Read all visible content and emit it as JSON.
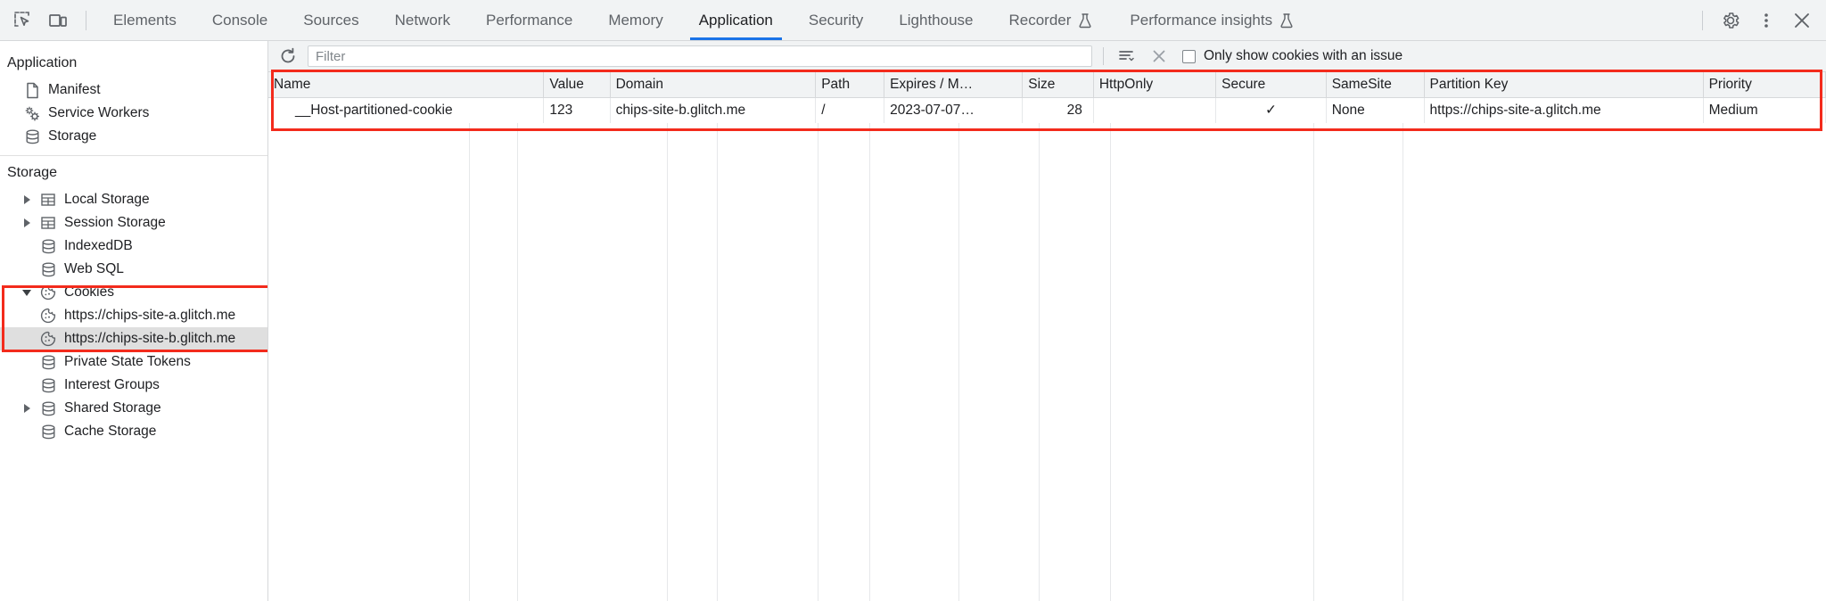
{
  "toolbar": {
    "inspect_icon": "inspect-element-icon",
    "device_icon": "device-toolbar-icon",
    "tabs": [
      {
        "label": "Elements",
        "active": false,
        "experiment": false
      },
      {
        "label": "Console",
        "active": false,
        "experiment": false
      },
      {
        "label": "Sources",
        "active": false,
        "experiment": false
      },
      {
        "label": "Network",
        "active": false,
        "experiment": false
      },
      {
        "label": "Performance",
        "active": false,
        "experiment": false
      },
      {
        "label": "Memory",
        "active": false,
        "experiment": false
      },
      {
        "label": "Application",
        "active": true,
        "experiment": false
      },
      {
        "label": "Security",
        "active": false,
        "experiment": false
      },
      {
        "label": "Lighthouse",
        "active": false,
        "experiment": false
      },
      {
        "label": "Recorder",
        "active": false,
        "experiment": true
      },
      {
        "label": "Performance insights",
        "active": false,
        "experiment": true
      }
    ],
    "settings_icon": "gear-icon",
    "more_icon": "more-vertical-icon",
    "close_icon": "close-icon",
    "accent_color": "#1a73e8"
  },
  "sidebar": {
    "application_header": "Application",
    "application_items": [
      {
        "label": "Manifest",
        "icon": "document-icon",
        "caret": "none",
        "indent": 1,
        "selected": false
      },
      {
        "label": "Service Workers",
        "icon": "gears-icon",
        "caret": "none",
        "indent": 1,
        "selected": false
      },
      {
        "label": "Storage",
        "icon": "database-icon",
        "caret": "none",
        "indent": 1,
        "selected": false
      }
    ],
    "storage_header": "Storage",
    "storage_items": [
      {
        "label": "Local Storage",
        "icon": "table-icon",
        "caret": "right",
        "indent": 1,
        "selected": false
      },
      {
        "label": "Session Storage",
        "icon": "table-icon",
        "caret": "right",
        "indent": 1,
        "selected": false
      },
      {
        "label": "IndexedDB",
        "icon": "database-icon",
        "caret": "none",
        "indent": 1,
        "selected": false
      },
      {
        "label": "Web SQL",
        "icon": "database-icon",
        "caret": "none",
        "indent": 1,
        "selected": false
      },
      {
        "label": "Cookies",
        "icon": "cookie-icon",
        "caret": "down",
        "indent": 1,
        "selected": false
      },
      {
        "label": "https://chips-site-a.glitch.me",
        "icon": "cookie-icon",
        "caret": "none",
        "indent": 2,
        "selected": false
      },
      {
        "label": "https://chips-site-b.glitch.me",
        "icon": "cookie-icon",
        "caret": "none",
        "indent": 2,
        "selected": true
      },
      {
        "label": "Private State Tokens",
        "icon": "database-icon",
        "caret": "none",
        "indent": 1,
        "selected": false
      },
      {
        "label": "Interest Groups",
        "icon": "database-icon",
        "caret": "none",
        "indent": 1,
        "selected": false
      },
      {
        "label": "Shared Storage",
        "icon": "database-icon",
        "caret": "right",
        "indent": 1,
        "selected": false
      },
      {
        "label": "Cache Storage",
        "icon": "database-icon",
        "caret": "none",
        "indent": 1,
        "selected": false
      }
    ]
  },
  "filterbar": {
    "refresh_icon": "refresh-icon",
    "filter_placeholder": "Filter",
    "filter_value": "",
    "clear_filtered_icon": "clear-filtered-icon",
    "clear_all_icon": "clear-all-icon",
    "issue_checkbox_label": "Only show cookies with an issue",
    "issue_checkbox_checked": false
  },
  "cookie_table": {
    "columns": [
      "Name",
      "Value",
      "Domain",
      "Path",
      "Expires / M…",
      "Size",
      "HttpOnly",
      "Secure",
      "SameSite",
      "Partition Key",
      "Priority"
    ],
    "rows": [
      {
        "name": "__Host-partitioned-cookie",
        "value": "123",
        "domain": "chips-site-b.glitch.me",
        "path": "/",
        "expires": "2023-07-07…",
        "size": "28",
        "httponly": "",
        "secure": "✓",
        "samesite": "None",
        "partition_key": "https://chips-site-a.glitch.me",
        "priority": "Medium"
      }
    ]
  },
  "annotations": {
    "highlight_color": "#f32b1c",
    "regions": [
      "sidebar-cookies-group",
      "cookie-table-header-and-row"
    ]
  }
}
